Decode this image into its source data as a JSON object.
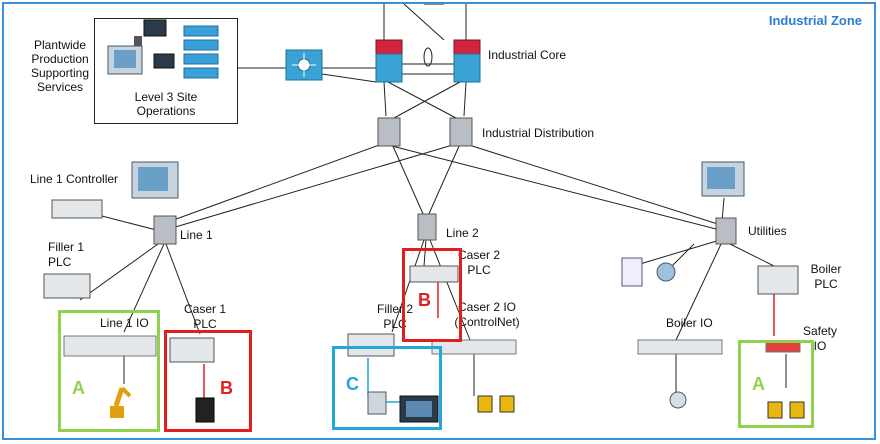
{
  "zone_title": "Industrial Zone",
  "services_label": "Plantwide Production Supporting Services",
  "level3_label": "Level 3 Site Operations",
  "labels": {
    "industrial_core": "Industrial Core",
    "industrial_distribution": "Industrial Distribution",
    "line1_controller": "Line 1 Controller",
    "line1": "Line 1",
    "filler1_plc": "Filler 1 PLC",
    "line1_io": "Line 1 IO",
    "caser1_plc": "Caser 1 PLC",
    "line2": "Line 2",
    "caser2_plc": "Caser 2 PLC",
    "filler2_plc": "Filler 2 PLC",
    "caser2_io": "Caser 2 IO (ControlNet)",
    "utilities": "Utilities",
    "boiler_plc": "Boiler PLC",
    "boiler_io": "Boiler IO",
    "safety_io": "Safety IO"
  },
  "highlight_letters": {
    "a_left": "A",
    "b_left": "B",
    "b_center": "B",
    "c": "C",
    "a_right": "A"
  },
  "colors": {
    "frame": "#3b8ed8",
    "zone_title": "#2a7fd4",
    "green": "#92d050",
    "red": "#e02020",
    "cyan": "#22a7dc",
    "core_switch": "#d0253c",
    "switch_blue": "#39a3d6"
  }
}
